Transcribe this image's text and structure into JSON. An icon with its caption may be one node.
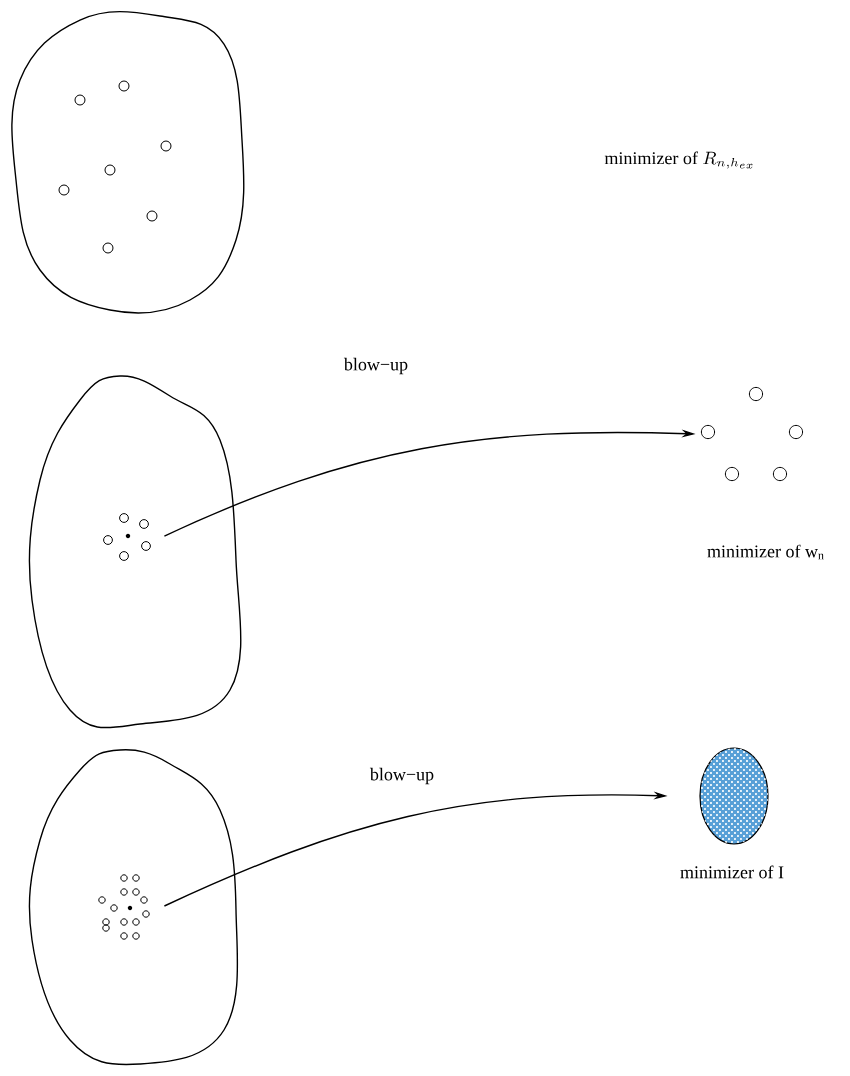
{
  "diagram": {
    "nodes": [
      {
        "text": [],
        "shape": "points"
      },
      {
        "text": [],
        "shape": "points",
        "beside": [
          "minimizer of w$_{n}$"
        ]
      },
      {
        "text": [],
        "shape": "points"
      },
      {
        "text": [],
        "shape": "ellipse",
        "beside": [
          "minimizer of I"
        ]
      }
    ],
    "edges": [
      {
        "from": 0,
        "to": 1,
        "arrow": "to",
        "label": "blow−up"
      },
      {
        "from": 2,
        "to": 3,
        "arrow": "to",
        "label": "blow−up"
      }
    ],
    "labels": [
      "\\mbox{minimizer of }R_{n,h_{ex}}"
    ]
  }
}
